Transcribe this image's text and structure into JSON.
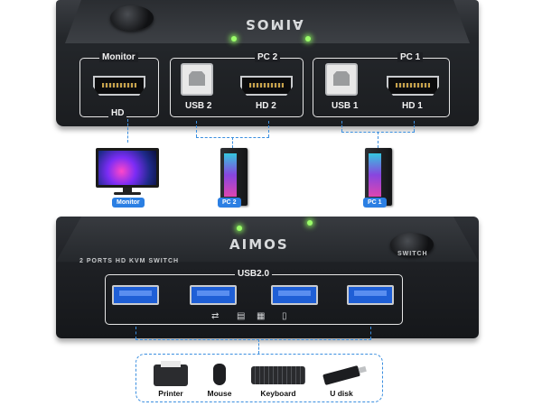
{
  "top_device": {
    "brand": "AIMOS",
    "led_color": "#9cff6a",
    "ports": {
      "monitor_label": "Monitor",
      "monitor_hd": "HD",
      "pc2_label": "PC 2",
      "pc2_usb": "USB 2",
      "pc2_hd": "HD 2",
      "pc1_label": "PC 1",
      "pc1_usb": "USB 1",
      "pc1_hd": "HD 1"
    }
  },
  "devices": {
    "monitor_tag": "Monitor",
    "pc2_tag": "PC 2",
    "pc1_tag": "PC 1"
  },
  "bottom_device": {
    "brand": "AIMOS",
    "model_text": "2 PORTS HD KVM SWITCH",
    "switch_text": "SWITCH",
    "usb_group_label": "USB2.0",
    "port_icons": [
      "usb-port-icon",
      "printer-port-icon",
      "keyboard-port-icon",
      "mouse-port-icon"
    ]
  },
  "peripherals": [
    {
      "label": "Printer",
      "icon": "printer-icon"
    },
    {
      "label": "Mouse",
      "icon": "mouse-icon"
    },
    {
      "label": "Keyboard",
      "icon": "keyboard-icon"
    },
    {
      "label": "U disk",
      "icon": "usb-disk-icon"
    }
  ],
  "colors": {
    "accent_blue": "#2b7fe3",
    "device_body": "#1e2024"
  }
}
